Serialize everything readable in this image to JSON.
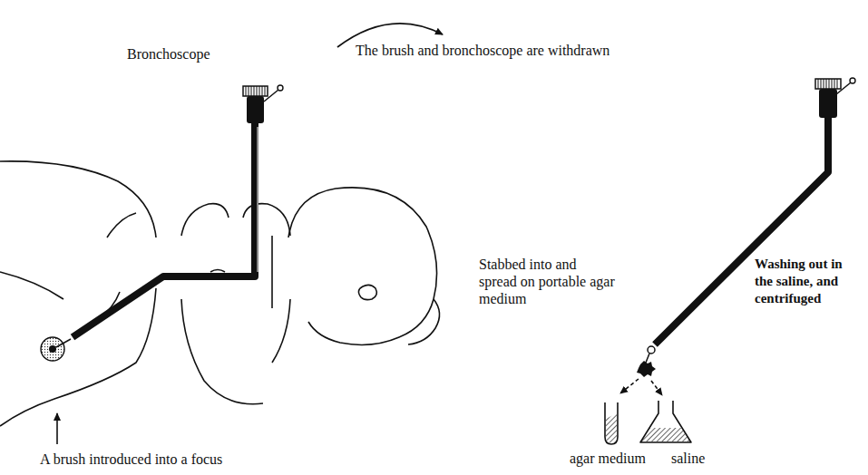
{
  "diagram": {
    "labels": [
      "Bronchoscope",
      "The brush and bronchoscope are withdrawn",
      "Stabbed into and spread on portable agar medium",
      "Washing out in the saline, and centrifuged",
      "A brush introduced into a focus",
      "agar medium",
      "saline"
    ]
  }
}
